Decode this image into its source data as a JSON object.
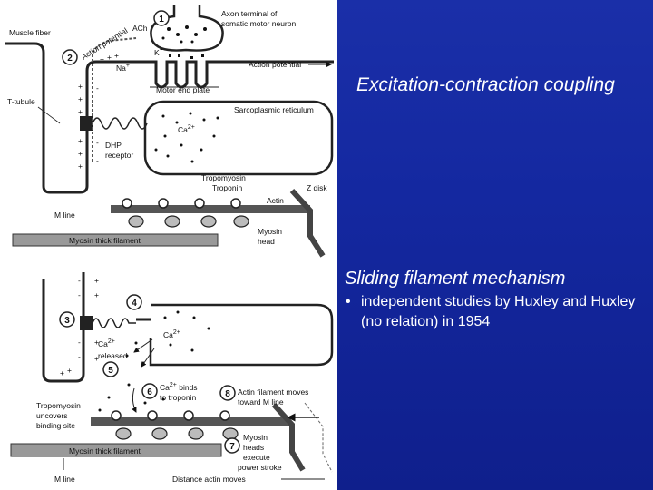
{
  "slide": {
    "ecc_title": "Excitation-contraction coupling",
    "sliding_title": "Sliding filament mechanism",
    "bullet_symbol": "•",
    "bullet_text": "independent studies by Huxley and Huxley (no relation) in 1954"
  },
  "figure": {
    "labels": {
      "muscle_fiber": "Muscle fiber",
      "ach": "ACh",
      "axon_terminal_1": "Axon terminal of",
      "axon_terminal_2": "somatic motor neuron",
      "action_potential": "Action potential",
      "action_potential_right": "Action potential",
      "na": "Na",
      "k": "K",
      "motor_end_plate": "Motor end plate",
      "t_tubule": "T-tubule",
      "sarcoplasmic_reticulum": "Sarcoplasmic reticulum",
      "ca2_top": "Ca",
      "dhp_1": "DHP",
      "dhp_2": "receptor",
      "tropomyosin_top": "Tropomyosin",
      "troponin": "Troponin",
      "actin": "Actin",
      "z_disk": "Z disk",
      "m_line_top": "M line",
      "myosin_thick_top": "Myosin thick filament",
      "myosin_head_1": "Myosin",
      "myosin_head_2": "head",
      "ca2_bottom": "Ca",
      "ca_released_1": "Ca",
      "ca_released_2": "released",
      "ca_binds_1": "Ca",
      "ca_binds_1b": " binds",
      "ca_binds_2": "to troponin",
      "actin_moves_1": "Actin filament moves",
      "actin_moves_2": "toward M line",
      "tropo_uncovers_1": "Tropomyosin",
      "tropo_uncovers_2": "uncovers",
      "tropo_uncovers_3": "binding site",
      "myosin_thick_bottom": "Myosin thick filament",
      "myosin_stroke_1": "Myosin",
      "myosin_stroke_2": "heads",
      "myosin_stroke_3": "execute",
      "myosin_stroke_4": "power stroke",
      "m_line_bottom": "M line",
      "distance": "Distance actin moves",
      "sup_2plus": "2+",
      "sup_plus": "+",
      "plus": "+",
      "minus": "-"
    },
    "steps": [
      "1",
      "2",
      "3",
      "4",
      "5",
      "6",
      "7",
      "8"
    ]
  }
}
